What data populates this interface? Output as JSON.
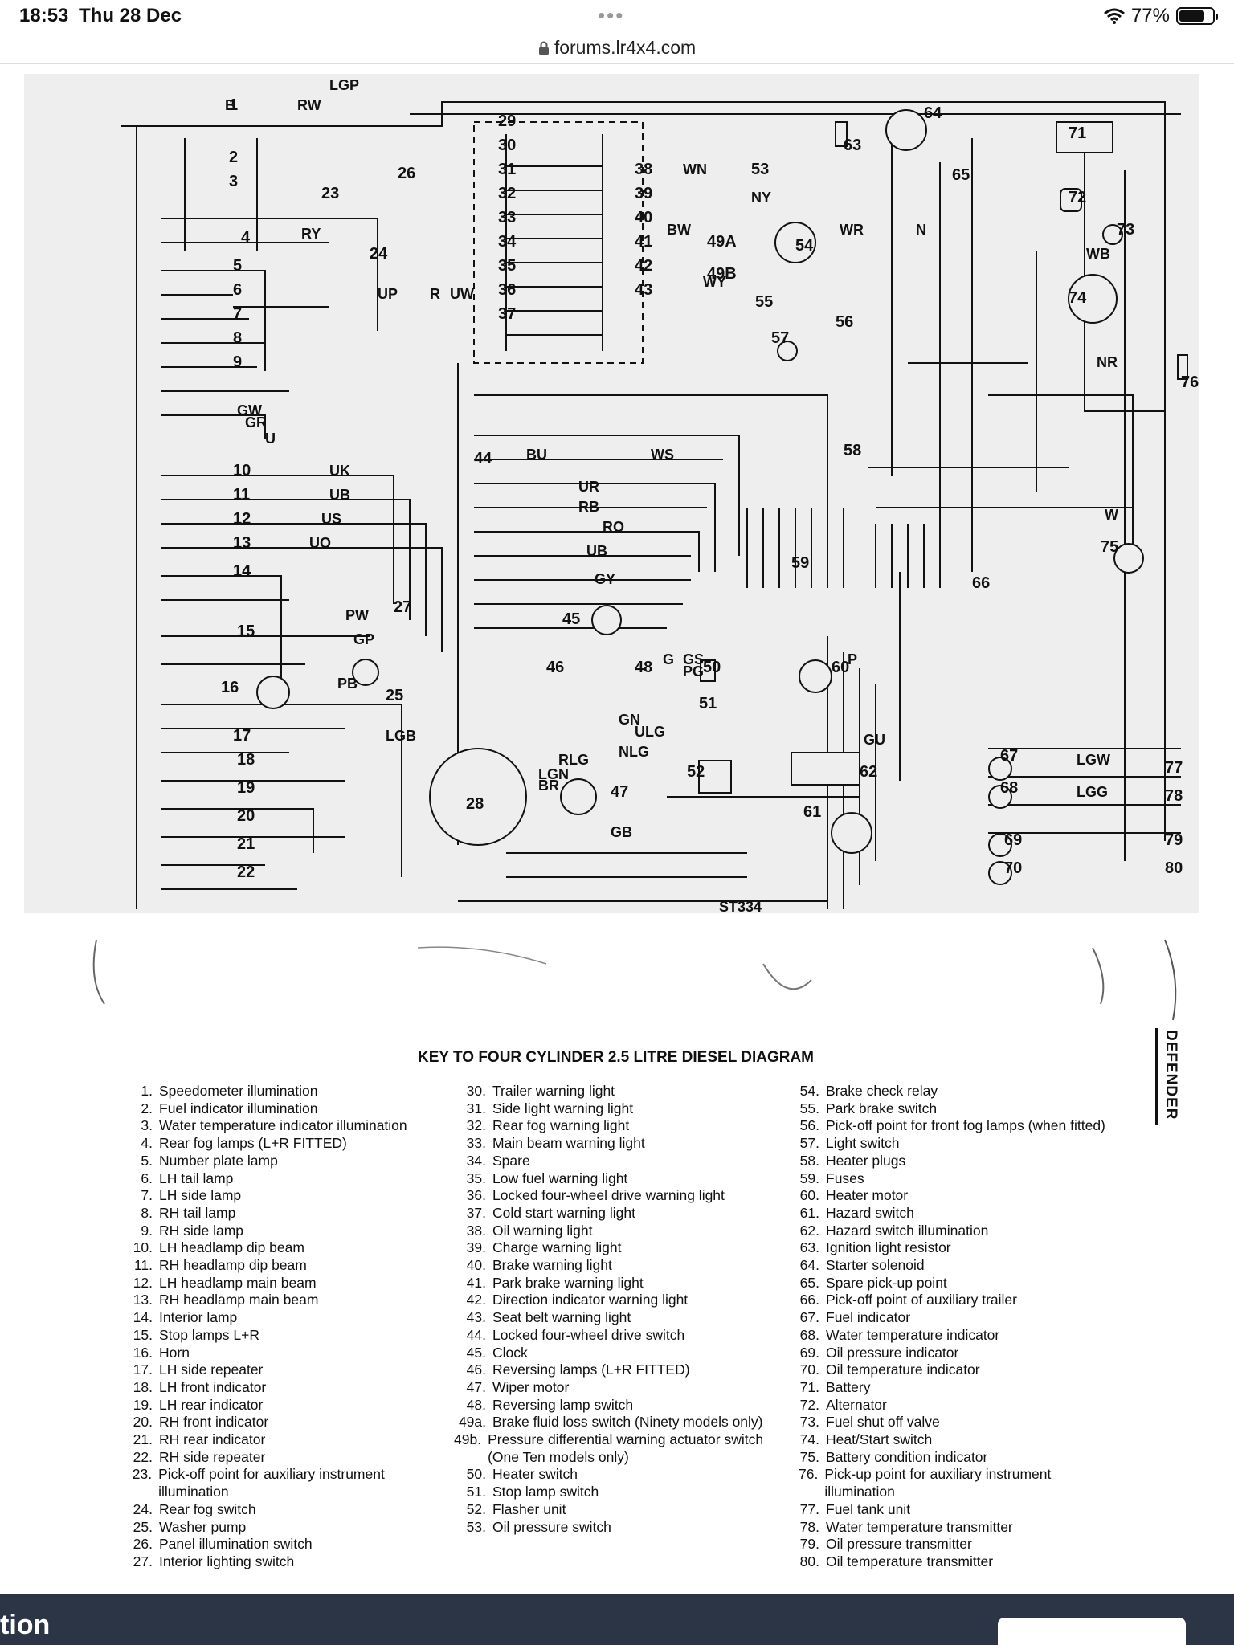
{
  "status_bar": {
    "time": "18:53",
    "date": "Thu 28 Dec",
    "battery_percent": "77%",
    "battery_level": 0.77,
    "icons": [
      "wifi-icon",
      "battery-icon"
    ]
  },
  "browser": {
    "url": "forums.lr4x4.com",
    "lock_icon": "lock-icon"
  },
  "diagram": {
    "labels": [
      "LGP",
      "B",
      "RW",
      "RY",
      "UP",
      "R",
      "UW",
      "GW",
      "GR",
      "U",
      "UK",
      "UB",
      "US",
      "UO",
      "PW",
      "GP",
      "PB",
      "LGB",
      "WN",
      "NY",
      "BW",
      "WY",
      "WR",
      "WB",
      "N",
      "NR",
      "W",
      "WS",
      "BU",
      "UR",
      "RB",
      "RO",
      "UB",
      "GY",
      "GS",
      "PG",
      "G",
      "P",
      "GN",
      "NLG",
      "ULG",
      "RLG",
      "LGN",
      "BR",
      "GB",
      "GU",
      "LGW",
      "LGG"
    ],
    "numbers": [
      "1",
      "2",
      "3",
      "4",
      "5",
      "6",
      "7",
      "8",
      "9",
      "10",
      "11",
      "12",
      "13",
      "14",
      "15",
      "16",
      "17",
      "18",
      "19",
      "20",
      "21",
      "22",
      "23",
      "24",
      "25",
      "26",
      "27",
      "28",
      "29",
      "30",
      "31",
      "32",
      "33",
      "34",
      "35",
      "36",
      "37",
      "38",
      "39",
      "40",
      "41",
      "42",
      "43",
      "44",
      "45",
      "46",
      "47",
      "48",
      "49A",
      "49B",
      "50",
      "51",
      "52",
      "53",
      "54",
      "55",
      "56",
      "57",
      "58",
      "59",
      "60",
      "61",
      "62",
      "63",
      "64",
      "65",
      "66",
      "67",
      "68",
      "69",
      "70",
      "71",
      "72",
      "73",
      "74",
      "75",
      "76",
      "77",
      "78",
      "79",
      "80"
    ],
    "footer_code": "ST334"
  },
  "key": {
    "title": "KEY TO FOUR CYLINDER 2.5 LITRE DIESEL DIAGRAM",
    "side_brand": "DEFENDER",
    "columns": [
      [
        {
          "n": "1.",
          "t": "Speedometer illumination"
        },
        {
          "n": "2.",
          "t": "Fuel indicator illumination"
        },
        {
          "n": "3.",
          "t": "Water temperature indicator illumination"
        },
        {
          "n": "4.",
          "t": "Rear fog lamps (L+R FITTED)"
        },
        {
          "n": "5.",
          "t": "Number plate lamp"
        },
        {
          "n": "6.",
          "t": "LH tail lamp"
        },
        {
          "n": "7.",
          "t": "LH side lamp"
        },
        {
          "n": "8.",
          "t": "RH tail lamp"
        },
        {
          "n": "9.",
          "t": "RH side lamp"
        },
        {
          "n": "10.",
          "t": "LH headlamp dip beam"
        },
        {
          "n": "11.",
          "t": "RH headlamp dip beam"
        },
        {
          "n": "12.",
          "t": "LH headlamp main beam"
        },
        {
          "n": "13.",
          "t": "RH headlamp main beam"
        },
        {
          "n": "14.",
          "t": "Interior lamp"
        },
        {
          "n": "15.",
          "t": "Stop lamps L+R"
        },
        {
          "n": "16.",
          "t": "Horn"
        },
        {
          "n": "17.",
          "t": "LH side repeater"
        },
        {
          "n": "18.",
          "t": "LH front indicator"
        },
        {
          "n": "19.",
          "t": "LH rear indicator"
        },
        {
          "n": "20.",
          "t": "RH front indicator"
        },
        {
          "n": "21.",
          "t": "RH rear indicator"
        },
        {
          "n": "22.",
          "t": "RH side repeater"
        },
        {
          "n": "23.",
          "t": "Pick-off point for auxiliary instrument illumination"
        },
        {
          "n": "24.",
          "t": "Rear fog switch"
        },
        {
          "n": "25.",
          "t": "Washer pump"
        },
        {
          "n": "26.",
          "t": "Panel illumination switch"
        },
        {
          "n": "27.",
          "t": "Interior lighting switch"
        }
      ],
      [
        {
          "n": "30.",
          "t": "Trailer warning light"
        },
        {
          "n": "31.",
          "t": "Side light warning light"
        },
        {
          "n": "32.",
          "t": "Rear fog warning light"
        },
        {
          "n": "33.",
          "t": "Main beam warning light"
        },
        {
          "n": "34.",
          "t": "Spare"
        },
        {
          "n": "35.",
          "t": "Low fuel warning light"
        },
        {
          "n": "36.",
          "t": "Locked four-wheel drive warning light"
        },
        {
          "n": "37.",
          "t": "Cold start warning light"
        },
        {
          "n": "38.",
          "t": "Oil warning light"
        },
        {
          "n": "39.",
          "t": "Charge warning light"
        },
        {
          "n": "40.",
          "t": "Brake warning light"
        },
        {
          "n": "41.",
          "t": "Park brake warning light"
        },
        {
          "n": "42.",
          "t": "Direction indicator warning light"
        },
        {
          "n": "43.",
          "t": "Seat belt warning light"
        },
        {
          "n": "44.",
          "t": "Locked four-wheel drive switch"
        },
        {
          "n": "45.",
          "t": "Clock"
        },
        {
          "n": "46.",
          "t": "Reversing lamps (L+R FITTED)"
        },
        {
          "n": "47.",
          "t": "Wiper motor"
        },
        {
          "n": "48.",
          "t": "Reversing lamp switch"
        },
        {
          "n": "49a.",
          "t": "Brake fluid loss switch (Ninety models only)"
        },
        {
          "n": "49b.",
          "t": "Pressure differential warning actuator switch (One Ten models only)"
        },
        {
          "n": "50.",
          "t": "Heater switch"
        },
        {
          "n": "51.",
          "t": "Stop lamp switch"
        },
        {
          "n": "52.",
          "t": "Flasher unit"
        },
        {
          "n": "53.",
          "t": "Oil pressure switch"
        }
      ],
      [
        {
          "n": "54.",
          "t": "Brake check relay"
        },
        {
          "n": "55.",
          "t": "Park brake switch"
        },
        {
          "n": "56.",
          "t": "Pick-off point for front fog lamps (when fitted)"
        },
        {
          "n": "57.",
          "t": "Light switch"
        },
        {
          "n": "58.",
          "t": "Heater plugs"
        },
        {
          "n": "59.",
          "t": "Fuses"
        },
        {
          "n": "60.",
          "t": "Heater motor"
        },
        {
          "n": "61.",
          "t": "Hazard switch"
        },
        {
          "n": "62.",
          "t": "Hazard switch illumination"
        },
        {
          "n": "63.",
          "t": "Ignition light resistor"
        },
        {
          "n": "64.",
          "t": "Starter solenoid"
        },
        {
          "n": "65.",
          "t": "Spare pick-up point"
        },
        {
          "n": "66.",
          "t": "Pick-off point of auxiliary trailer"
        },
        {
          "n": "67.",
          "t": "Fuel indicator"
        },
        {
          "n": "68.",
          "t": "Water temperature indicator"
        },
        {
          "n": "69.",
          "t": "Oil pressure indicator"
        },
        {
          "n": "70.",
          "t": "Oil temperature indicator"
        },
        {
          "n": "71.",
          "t": "Battery"
        },
        {
          "n": "72.",
          "t": "Alternator"
        },
        {
          "n": "73.",
          "t": "Fuel shut off valve"
        },
        {
          "n": "74.",
          "t": "Heat/Start switch"
        },
        {
          "n": "75.",
          "t": "Battery condition indicator"
        },
        {
          "n": "76.",
          "t": "Pick-up point for auxiliary instrument illumination"
        },
        {
          "n": "77.",
          "t": "Fuel tank unit"
        },
        {
          "n": "78.",
          "t": "Water temperature transmitter"
        },
        {
          "n": "79.",
          "t": "Oil pressure transmitter"
        },
        {
          "n": "80.",
          "t": "Oil temperature transmitter"
        }
      ]
    ]
  },
  "bottom_bar": {
    "text": "tion"
  }
}
